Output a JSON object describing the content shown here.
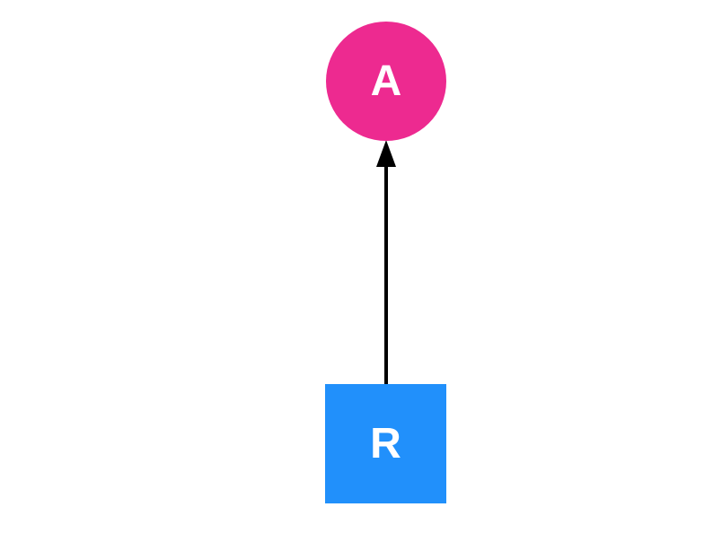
{
  "diagram": {
    "background_color": "#ffffff",
    "nodes": [
      {
        "id": "A",
        "label": "A",
        "shape": "circle",
        "fill_color": "#ED2A90",
        "label_color": "#ffffff"
      },
      {
        "id": "R",
        "label": "R",
        "shape": "square",
        "fill_color": "#2190FB",
        "label_color": "#ffffff"
      }
    ],
    "edges": [
      {
        "from": "R",
        "to": "A",
        "direction": "up",
        "color": "#000000",
        "arrowhead": "triangle"
      }
    ]
  }
}
